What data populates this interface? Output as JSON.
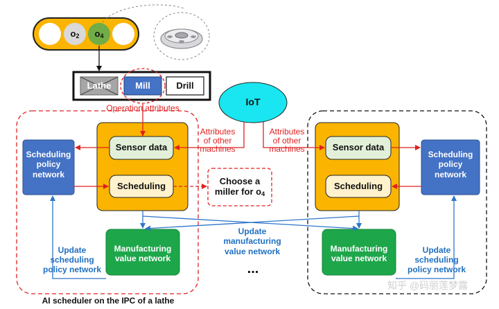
{
  "machine_strip": {
    "o2": "o",
    "o2_sub": "2",
    "o4": "o",
    "o4_sub": "4"
  },
  "machines": {
    "lathe": "Lathe",
    "mill": "Mill",
    "drill": "Drill"
  },
  "operation_attributes": "Operation attributes",
  "iot": "IoT",
  "left_agent": {
    "sensor_data": "Sensor data",
    "scheduling": "Scheduling",
    "policy_network": [
      "Scheduling",
      "policy",
      "network"
    ],
    "value_network": [
      "Manufacturing",
      "value network"
    ],
    "update_policy": [
      "Update",
      "scheduling",
      "policy network"
    ],
    "caption": "AI scheduler on the IPC of a lathe"
  },
  "right_agent": {
    "sensor_data": "Sensor data",
    "scheduling": "Scheduling",
    "policy_network": [
      "Scheduling",
      "policy",
      "network"
    ],
    "value_network": [
      "Manufacturing",
      "value network"
    ],
    "update_policy": [
      "Update",
      "scheduling",
      "policy network"
    ]
  },
  "attributes_left": [
    "Attributes",
    "of other",
    "machines"
  ],
  "attributes_right": [
    "Attributes",
    "of other",
    "machines"
  ],
  "choose_miller": [
    "Choose a",
    "miller for o",
    "4"
  ],
  "update_value": [
    "Update",
    "manufacturing",
    "value network"
  ],
  "ellipsis": "...",
  "watermark": "知乎 @码丽莲梦露",
  "colors": {
    "orange": "#fbb500",
    "blue": "#4472c4",
    "green": "#1ea64b",
    "cyan": "#19e6f0",
    "red": "#e02020",
    "link_blue": "#1f6fc1"
  }
}
